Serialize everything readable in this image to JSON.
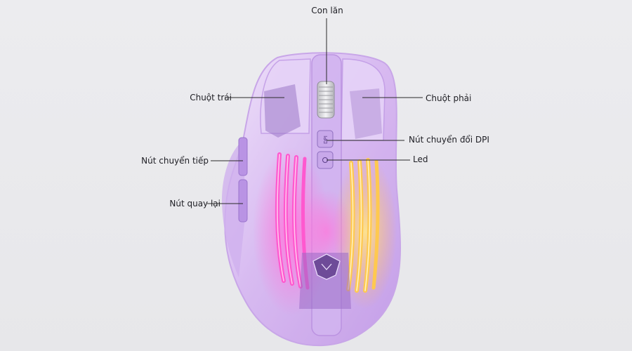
{
  "callouts": {
    "scroll_wheel": "Con lăn",
    "left_click": "Chuột trái",
    "right_click": "Chuột phải",
    "dpi_button": "Nút chuyển đổi DPI",
    "led": "Led",
    "forward_button": "Nút chuyển tiếp",
    "back_button": "Nút quay lại"
  },
  "colors": {
    "background": "#e9e9ec",
    "shell": "#d9bff0",
    "shell_edge": "#c8a2ea",
    "led_pink": "#ff4fc8",
    "led_yellow": "#ffd860",
    "leader_line": "#2a2a2a"
  }
}
